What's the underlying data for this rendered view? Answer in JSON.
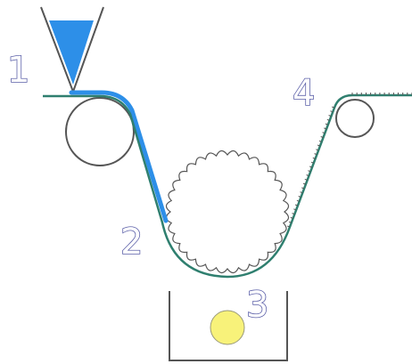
{
  "labels": {
    "step1": "1",
    "step2": "2",
    "step3": "3",
    "step4": "4"
  },
  "colors": {
    "hopper_liquid": "#2d8fe8",
    "coating": "#2d8fe8",
    "belt": "#2f7f6f",
    "outline": "#555555",
    "light_source": "#f8f27a",
    "label_outline": "#5b5fa8"
  },
  "components": {
    "hopper": "triangle-hopper-icon",
    "roller_entry": "roller-icon",
    "drum": "toothed-drum-icon",
    "tray": "tray-icon",
    "lamp": "circle-lamp-icon",
    "roller_exit": "roller-icon"
  }
}
